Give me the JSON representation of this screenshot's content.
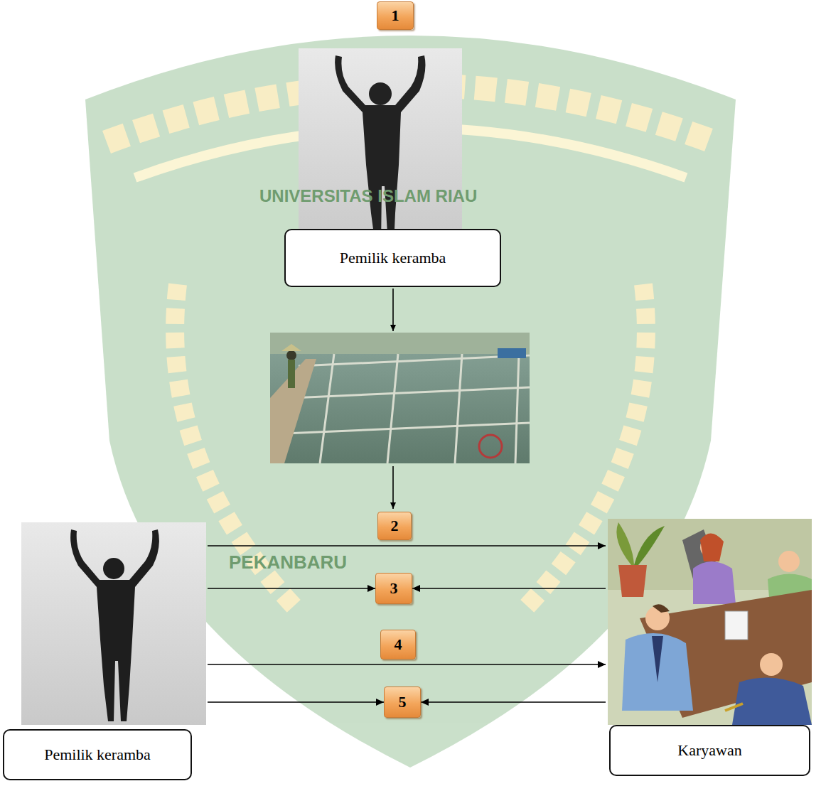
{
  "diagram": {
    "nodes": [
      {
        "text": [
          "1"
        ]
      },
      {
        "text": [
          "Pemilik keramba"
        ]
      },
      {
        "text": [
          "2"
        ]
      },
      {
        "text": [
          "3"
        ]
      },
      {
        "text": [
          "4"
        ]
      },
      {
        "text": [
          "5"
        ]
      },
      {
        "text": [
          "Pemilik keramba"
        ]
      },
      {
        "text": [
          "Karyawan"
        ]
      }
    ],
    "edges": [
      {
        "from": 6,
        "to": 7,
        "arrow": "to"
      },
      {
        "from": 6,
        "to": 3,
        "arrow": "to"
      },
      {
        "from": 7,
        "to": 3,
        "arrow": "to"
      },
      {
        "from": 6,
        "to": 7,
        "arrow": "to"
      },
      {
        "from": 6,
        "to": 5,
        "arrow": "to"
      },
      {
        "from": 7,
        "to": 5,
        "arrow": "to"
      }
    ],
    "labels": [
      "UNIVERSITAS ISLAM RIAU",
      "PEKANBARU"
    ]
  }
}
